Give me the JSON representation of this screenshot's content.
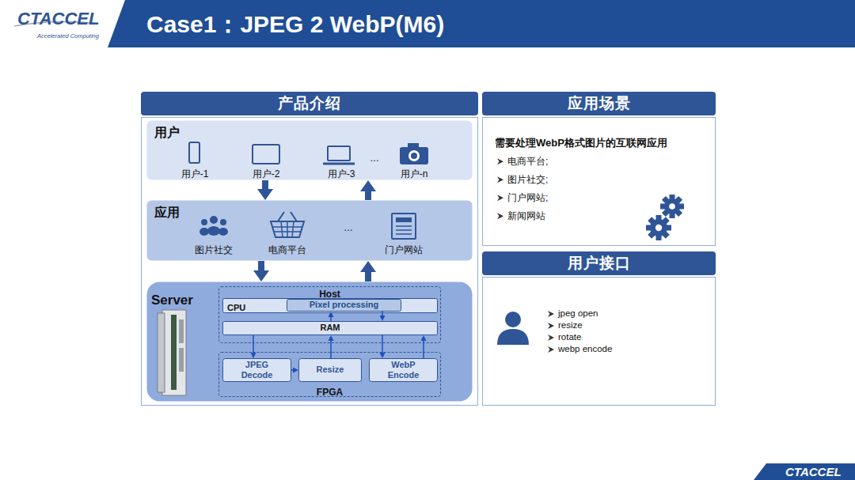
{
  "diagram": {
    "title": "Case1：JPEG 2 WebP(M6)",
    "nodes": [
      {
        "text": [
          "产品介绍"
        ]
      },
      {
        "text": [
          "用户"
        ],
        "in": 0
      },
      {
        "text": [
          "应用"
        ],
        "in": 0
      },
      {
        "text": [
          "Server"
        ],
        "in": 0
      },
      {
        "text": [
          "Host"
        ],
        "in": 3
      },
      {
        "text": [
          "CPU"
        ],
        "in": 4
      },
      {
        "text": [
          "Pixel processing"
        ],
        "in": 5
      },
      {
        "text": [
          "RAM"
        ],
        "in": 4
      },
      {
        "text": [
          "FPGA"
        ],
        "in": 3
      },
      {
        "text": [
          "JPEG Decode"
        ],
        "in": 8
      },
      {
        "text": [
          "Resize"
        ],
        "in": 8
      },
      {
        "text": [
          "WebP Encode"
        ],
        "in": 8
      },
      {
        "text": [
          "应用场景",
          "需要处理WebP格式图片的互联网应用",
          "电商平台;",
          "图片社交;",
          "门户网站;",
          "新闻网站"
        ]
      },
      {
        "text": [
          "用户接口",
          "jpeg open",
          "resize",
          "rotate",
          "webp encode"
        ]
      }
    ],
    "edges": [
      {
        "from": 1,
        "to": 2,
        "arrow": "to"
      },
      {
        "from": 2,
        "to": 1,
        "arrow": "to"
      },
      {
        "from": 2,
        "to": 3,
        "arrow": "to"
      },
      {
        "from": 3,
        "to": 2,
        "arrow": "to"
      },
      {
        "from": 7,
        "to": 9,
        "arrow": "to"
      },
      {
        "from": 9,
        "to": 10,
        "arrow": "to"
      },
      {
        "from": 10,
        "to": 7,
        "arrow": "to"
      },
      {
        "from": 7,
        "to": 11,
        "arrow": "to"
      },
      {
        "from": 11,
        "to": 7,
        "arrow": "to"
      },
      {
        "from": 7,
        "to": 6,
        "arrow": "to"
      },
      {
        "from": 6,
        "to": 7,
        "arrow": "to"
      }
    ],
    "labels": [
      "CTACCEL",
      "Accelerated Computing",
      "用户-1",
      "用户-2",
      "用户-3",
      "…",
      "用户-n",
      "图片社交",
      "电商平台",
      "…",
      "门户网站",
      "CTACCEL"
    ]
  }
}
